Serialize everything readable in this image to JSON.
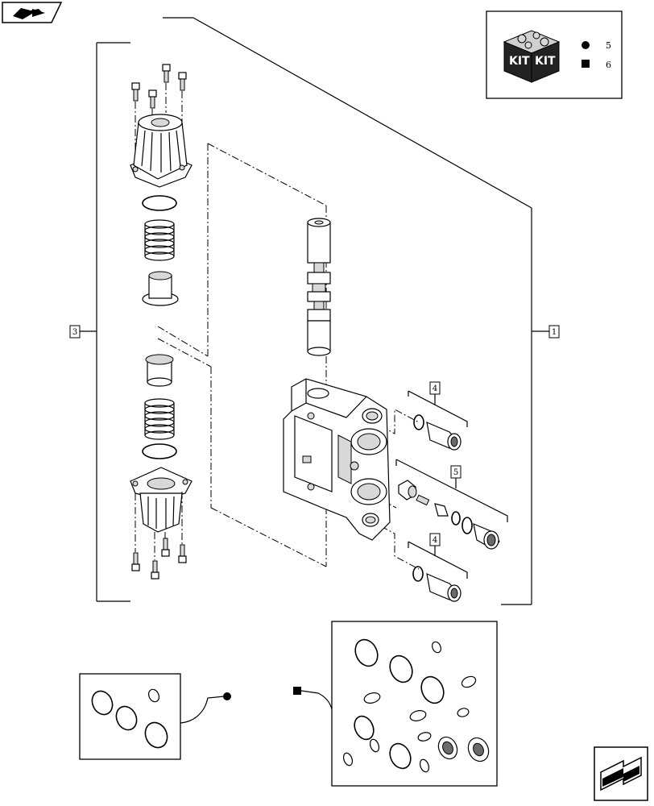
{
  "callouts": {
    "c1": "1",
    "c3": "3",
    "c4a": "4",
    "c4b": "4",
    "c5": "5"
  },
  "legend": {
    "kit_word_left": "KIT",
    "kit_word_right": "KIT",
    "circle_ref": "5",
    "square_ref": "6"
  },
  "icons": {
    "top_left": "book-navigation-icon",
    "bottom_right": "next-page-arrow-icon",
    "kit": "kit-box-icon"
  }
}
